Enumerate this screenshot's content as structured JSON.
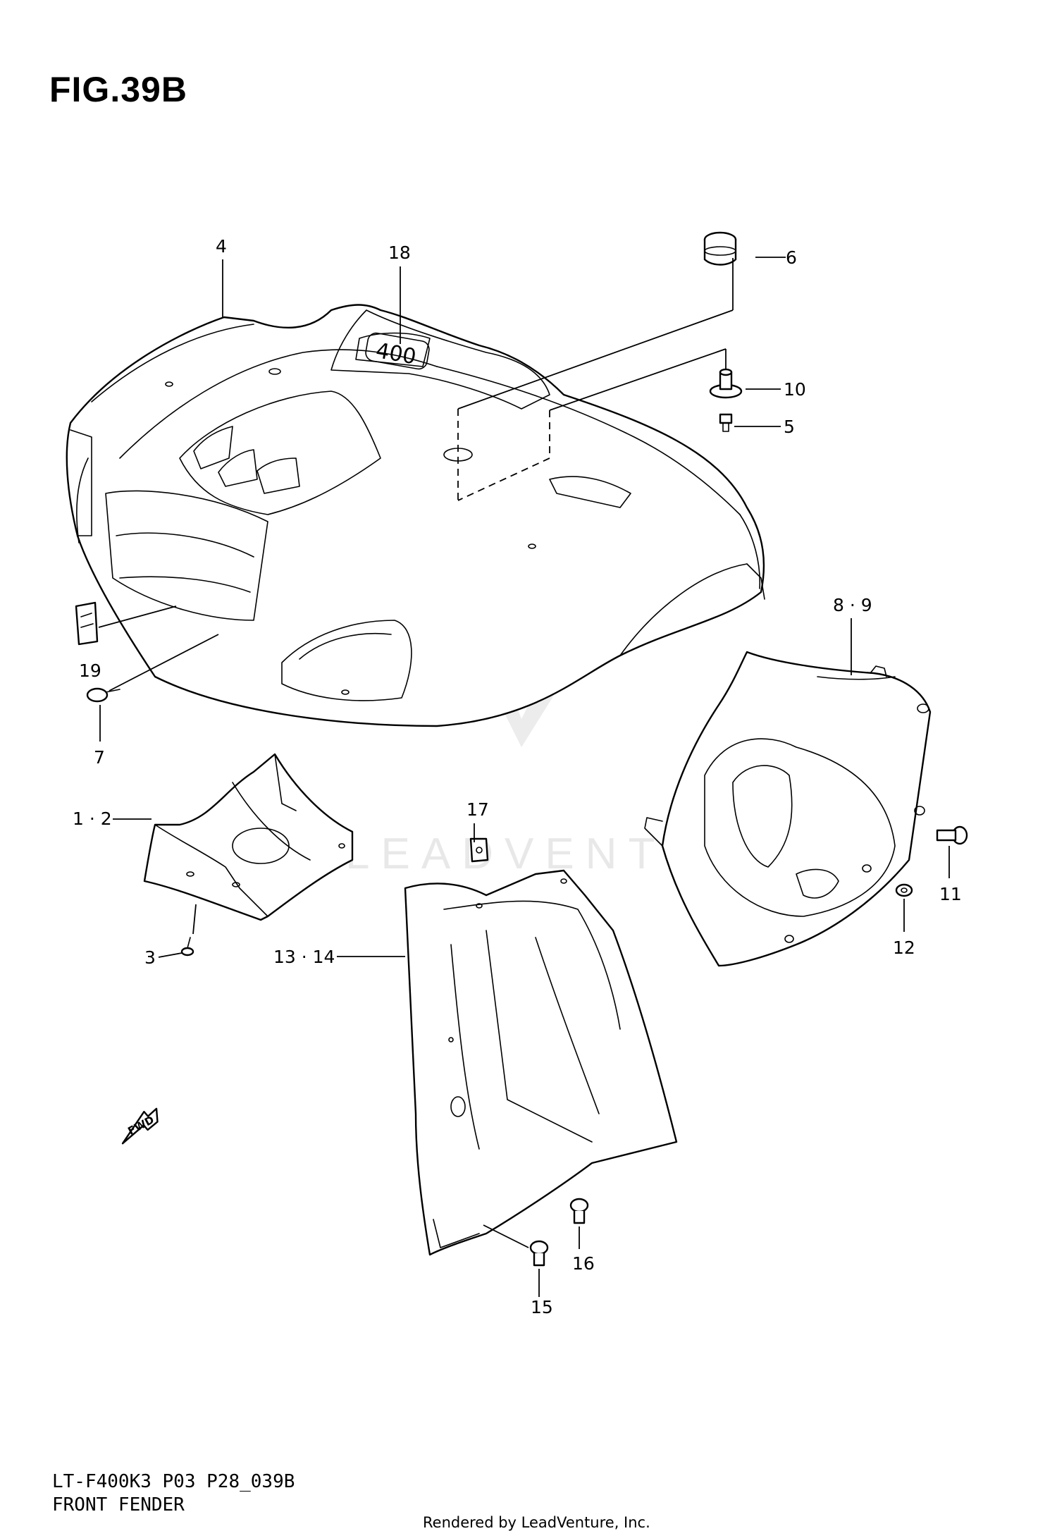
{
  "figure": {
    "title": "FIG.39B"
  },
  "callouts": {
    "c1_2": "1 · 2",
    "c3": "3",
    "c4": "4",
    "c5": "5",
    "c6": "6",
    "c7": "7",
    "c8_9": "8 · 9",
    "c10": "10",
    "c11": "11",
    "c12": "12",
    "c13_14": "13 · 14",
    "c15": "15",
    "c16": "16",
    "c17": "17",
    "c18": "18",
    "c19": "19"
  },
  "emblem_text": "400",
  "fwd_label": "FWD",
  "watermark": "LEADVENTURE",
  "footer": {
    "code": "LT-F400K3 P03 P28_039B",
    "name": "FRONT FENDER",
    "rendered_by": "Rendered by LeadVenture, Inc."
  }
}
